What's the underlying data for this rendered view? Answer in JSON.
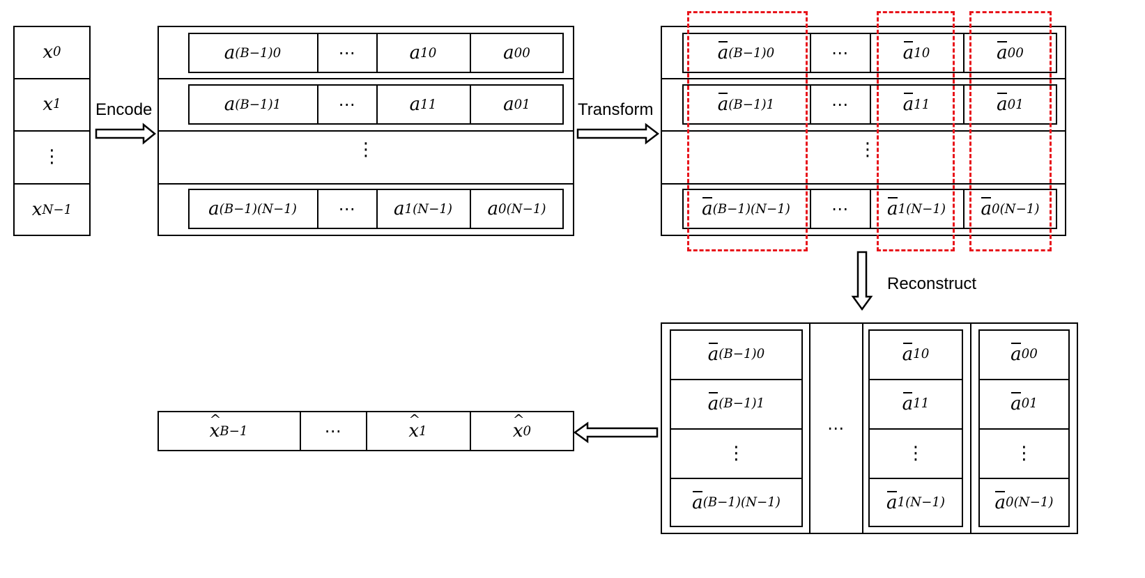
{
  "labels": {
    "encode": "Encode",
    "transform": "Transform",
    "reconstruct": "Reconstruct"
  },
  "symbols": {
    "ellipsis": "⋯",
    "vdots": "⋮"
  },
  "input": {
    "base": "x",
    "subs": [
      "0",
      "1",
      "",
      "N−1"
    ]
  },
  "encoded": {
    "base": "a",
    "rows": [
      [
        "(B−1)0",
        "",
        "10",
        "00"
      ],
      [
        "(B−1)1",
        "",
        "11",
        "01"
      ],
      [
        "(B−1)(N−1)",
        "",
        "1(N−1)",
        "0(N−1)"
      ]
    ]
  },
  "transformed": {
    "base": "a",
    "rows": [
      [
        "(B−1)0",
        "",
        "10",
        "00"
      ],
      [
        "(B−1)1",
        "",
        "11",
        "01"
      ],
      [
        "(B−1)(N−1)",
        "",
        "1(N−1)",
        "0(N−1)"
      ]
    ]
  },
  "reconstructed": {
    "base": "a",
    "columns": [
      [
        "(B−1)0",
        "(B−1)1",
        "",
        "(B−1)(N−1)"
      ],
      [
        "10",
        "11",
        "",
        "1(N−1)"
      ],
      [
        "00",
        "01",
        "",
        "0(N−1)"
      ]
    ]
  },
  "output": {
    "base": "x",
    "subs": [
      "B−1",
      "",
      "1",
      "0"
    ]
  },
  "colors": {
    "highlight": "#e8141b",
    "stroke": "#000000"
  }
}
